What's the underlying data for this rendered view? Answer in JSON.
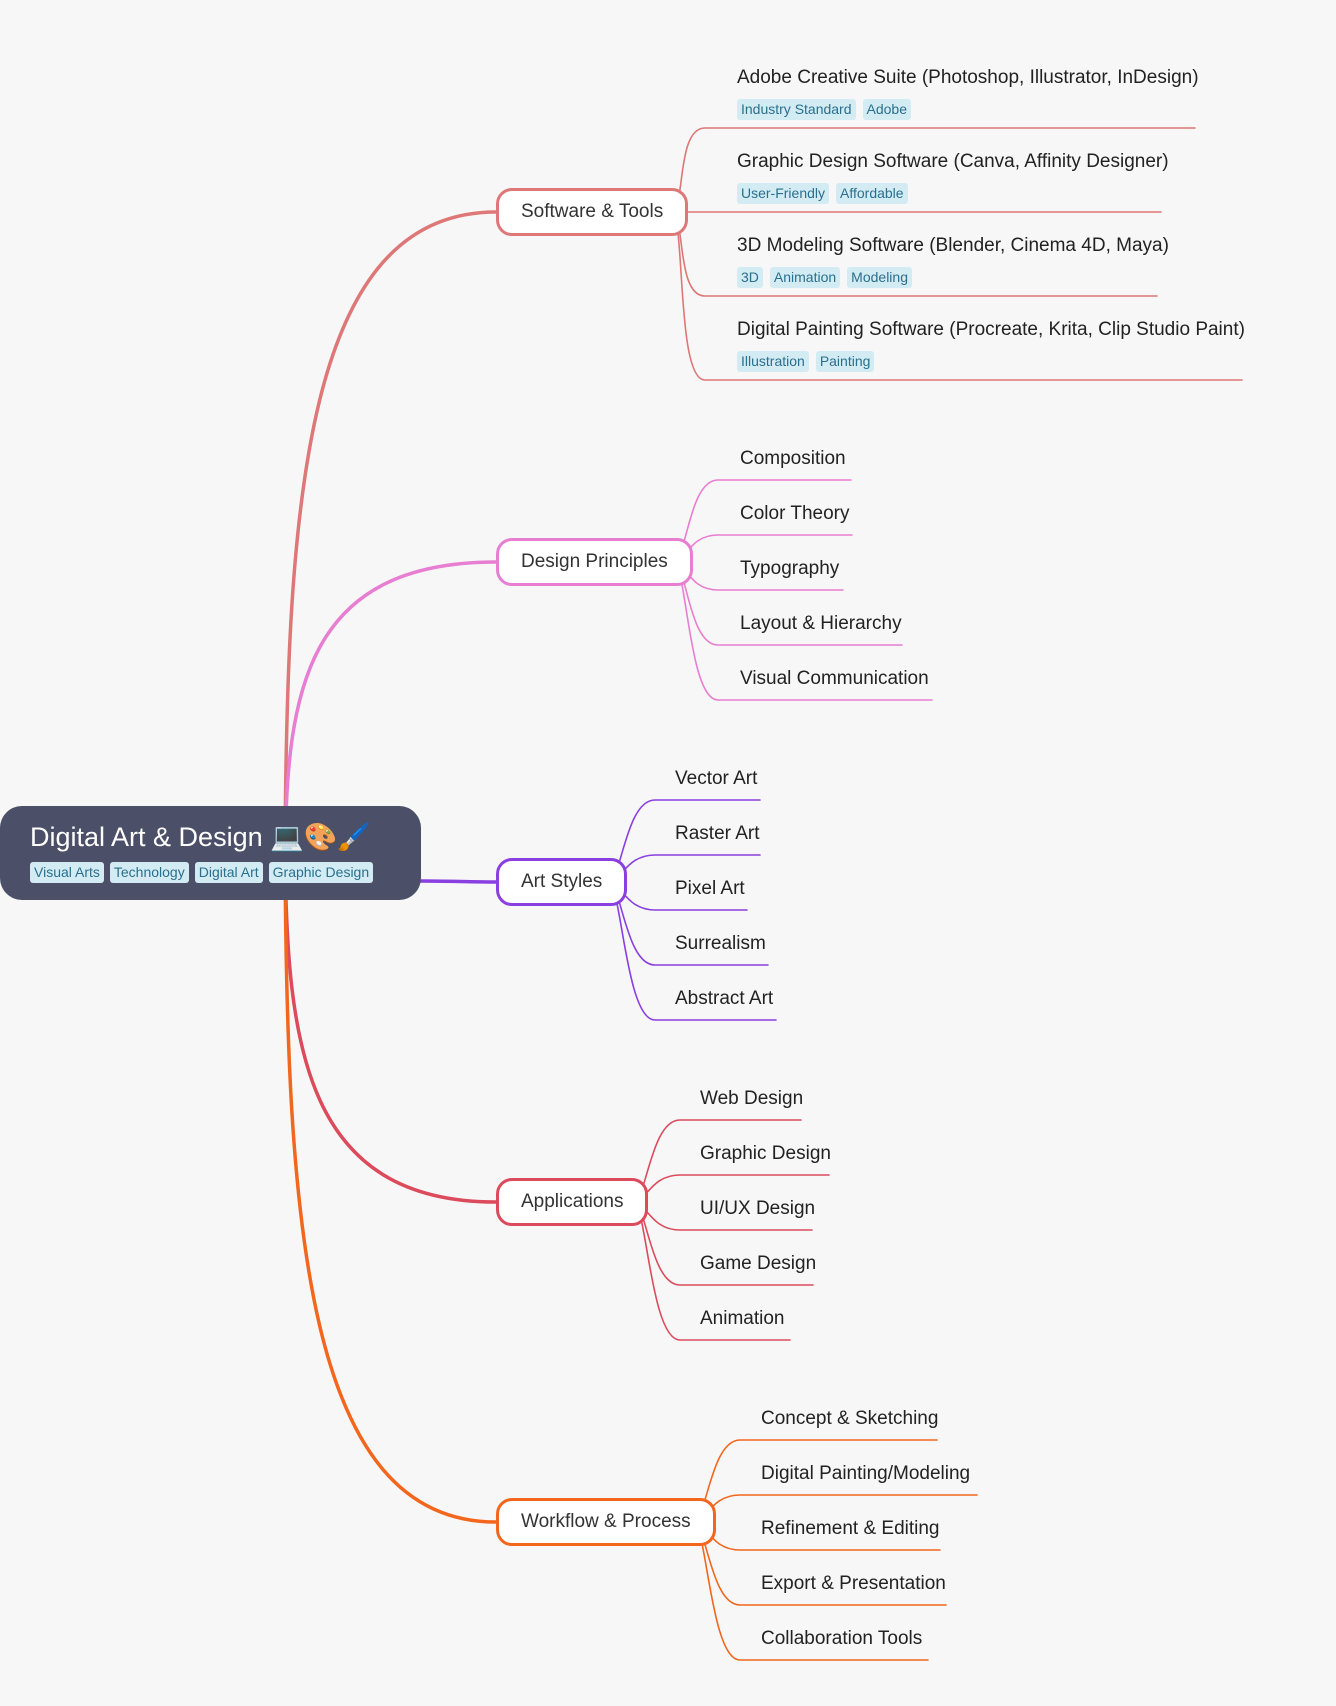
{
  "root": {
    "title": "Digital Art & Design",
    "emoji": "💻🎨🖌️",
    "tags": [
      "Visual Arts",
      "Technology",
      "Digital Art",
      "Graphic Design"
    ]
  },
  "colors": {
    "software": "#de7777",
    "design": "#e87ed2",
    "styles": "#8a3fe0",
    "applications": "#dc4b5c",
    "workflow": "#f2671d"
  },
  "branches": [
    {
      "key": "software",
      "label": "Software & Tools",
      "children": [
        {
          "label": "Adobe Creative Suite (Photoshop, Illustrator, InDesign)",
          "tags": [
            "Industry Standard",
            "Adobe"
          ]
        },
        {
          "label": "Graphic Design Software (Canva, Affinity Designer)",
          "tags": [
            "User-Friendly",
            "Affordable"
          ]
        },
        {
          "label": "3D Modeling Software (Blender, Cinema 4D, Maya)",
          "tags": [
            "3D",
            "Animation",
            "Modeling"
          ]
        },
        {
          "label": "Digital Painting Software (Procreate, Krita, Clip Studio Paint)",
          "tags": [
            "Illustration",
            "Painting"
          ]
        }
      ]
    },
    {
      "key": "design",
      "label": "Design Principles",
      "children": [
        {
          "label": "Composition"
        },
        {
          "label": "Color Theory"
        },
        {
          "label": "Typography"
        },
        {
          "label": "Layout & Hierarchy"
        },
        {
          "label": "Visual Communication"
        }
      ]
    },
    {
      "key": "styles",
      "label": "Art Styles",
      "children": [
        {
          "label": "Vector Art"
        },
        {
          "label": "Raster Art"
        },
        {
          "label": "Pixel Art"
        },
        {
          "label": "Surrealism"
        },
        {
          "label": "Abstract Art"
        }
      ]
    },
    {
      "key": "applications",
      "label": "Applications",
      "children": [
        {
          "label": "Web Design"
        },
        {
          "label": "Graphic Design"
        },
        {
          "label": "UI/UX Design"
        },
        {
          "label": "Game Design"
        },
        {
          "label": "Animation"
        }
      ]
    },
    {
      "key": "workflow",
      "label": "Workflow & Process",
      "children": [
        {
          "label": "Concept & Sketching"
        },
        {
          "label": "Digital Painting/Modeling"
        },
        {
          "label": "Refinement & Editing"
        },
        {
          "label": "Export & Presentation"
        },
        {
          "label": "Collaboration Tools"
        }
      ]
    }
  ]
}
